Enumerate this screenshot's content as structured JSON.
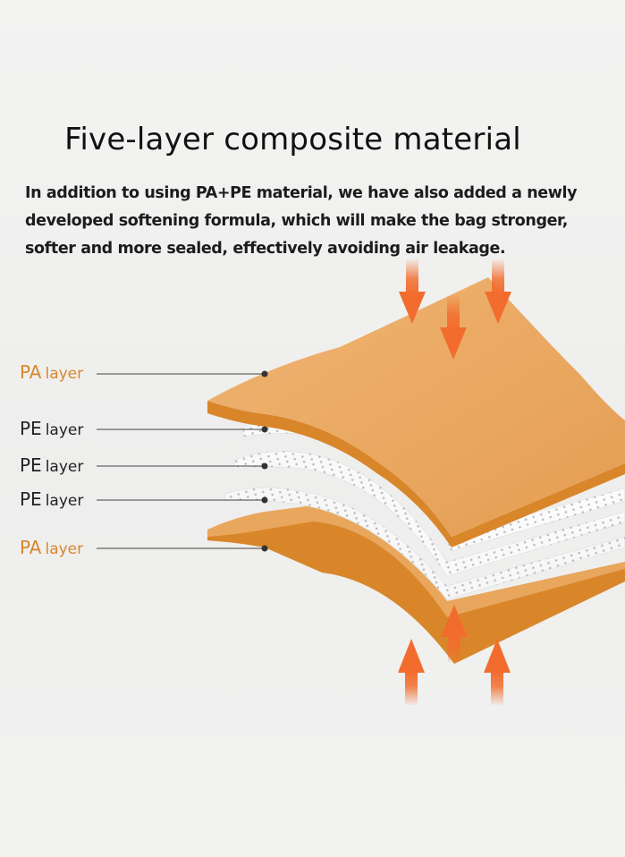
{
  "title": "Five-layer composite material",
  "description": [
    "In addition to using PA+PE material, we have also added a newly",
    "developed softening formula, which will make the bag stronger,",
    "softer and more sealed, effectively avoiding air leakage."
  ],
  "layers": [
    {
      "abbr": "PA",
      "word": "layer",
      "type": "PA"
    },
    {
      "abbr": "PE",
      "word": "layer",
      "type": "PE"
    },
    {
      "abbr": "PE",
      "word": "layer",
      "type": "PE"
    },
    {
      "abbr": "PE",
      "word": "layer",
      "type": "PE"
    },
    {
      "abbr": "PA",
      "word": "layer",
      "type": "PA"
    }
  ],
  "colors": {
    "pa_layer": "#e9a65d",
    "pa_edge": "#d9862b",
    "pe_layer": "#f7f7f7",
    "pe_dots": "#b9b9c2",
    "arrow": "#f26d2d",
    "pa_label": "#d9862b",
    "pe_label": "#222222"
  },
  "pressure_arrows": {
    "top_count": 3,
    "bottom_count": 3,
    "direction_top": "down",
    "direction_bottom": "up"
  }
}
